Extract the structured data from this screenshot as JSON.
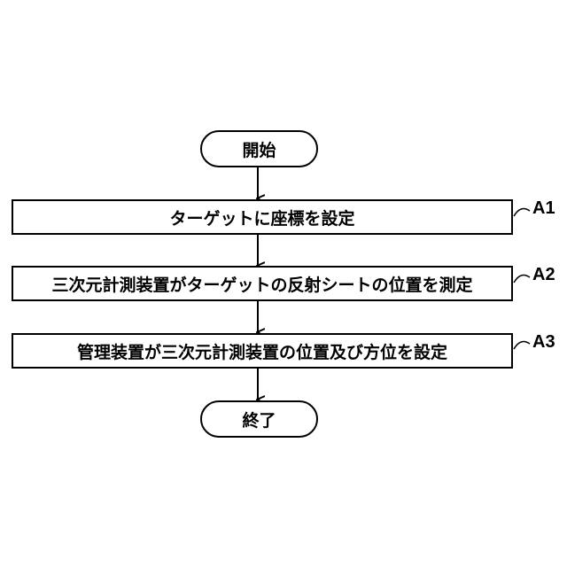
{
  "flowchart": {
    "start": "開始",
    "end": "終了",
    "steps": [
      {
        "id": "A1",
        "text": "ターゲットに座標を設定"
      },
      {
        "id": "A2",
        "text": "三次元計測装置がターゲットの反射シートの位置を測定"
      },
      {
        "id": "A3",
        "text": "管理装置が三次元計測装置の位置及び方位を設定"
      }
    ]
  }
}
